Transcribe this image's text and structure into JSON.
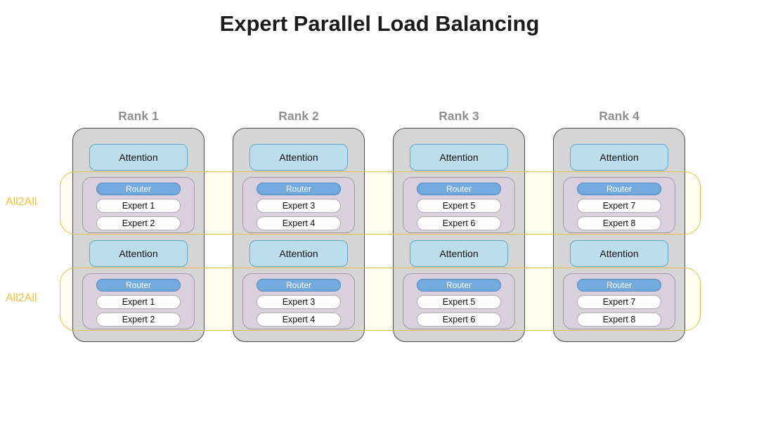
{
  "title": "Expert Parallel Load Balancing",
  "all2all_label": "All2All",
  "labels": {
    "attention": "Attention",
    "router": "Router"
  },
  "ranks": [
    {
      "label": "Rank 1",
      "experts": [
        "Expert 1",
        "Expert 2"
      ]
    },
    {
      "label": "Rank 2",
      "experts": [
        "Expert 3",
        "Expert 4"
      ]
    },
    {
      "label": "Rank 3",
      "experts": [
        "Expert 5",
        "Expert 6"
      ]
    },
    {
      "label": "Rank 4",
      "experts": [
        "Expert 7",
        "Expert 8"
      ]
    }
  ],
  "colors": {
    "band_border": "#e9bd4a",
    "band_fill": "#fffdf0",
    "all2all_text": "#eec23c",
    "column_fill": "#d5d5d5",
    "column_border": "#4d4d4d",
    "attention_fill": "#bcdeec",
    "attention_border": "#58a8c8",
    "moe_fill": "#d9d0dd",
    "moe_border": "#a096aa",
    "router_fill": "#72aadd",
    "router_border": "#5187c2",
    "expert_fill": "#fcfcfc",
    "expert_border": "#b2acb6",
    "title_color": "#1c1c1c",
    "rank_label_color": "#8f8f8f"
  }
}
